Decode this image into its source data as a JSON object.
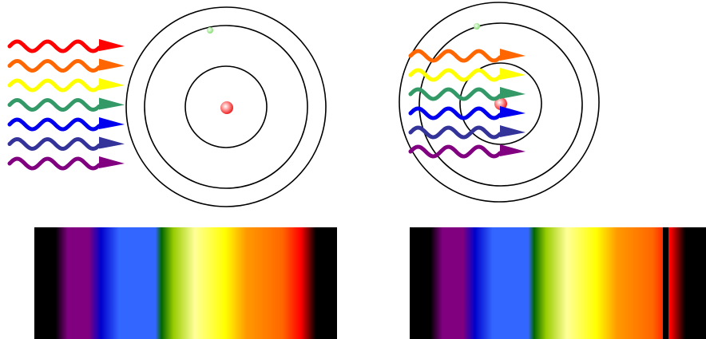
{
  "panels": [
    {
      "id": "before",
      "label": "",
      "incoming_light_colors": [
        "#ff0000",
        "#ff6600",
        "#ffff00",
        "#339966",
        "#0000ee",
        "#333399",
        "#800080"
      ],
      "electron_shell": 3,
      "spectrum": {
        "colors": [
          "#000000",
          "#000000",
          "#800080",
          "#800080",
          "#0000cc",
          "#3366ff",
          "#3366ff",
          "#006600",
          "#99cc00",
          "#ffff99",
          "#ffff00",
          "#ff9900",
          "#ff6600",
          "#ff0000",
          "#000000",
          "#000000"
        ],
        "absorption_lines": []
      }
    },
    {
      "id": "after",
      "label": "",
      "incoming_light_colors": [
        "#ff6600",
        "#ffff00",
        "#339966",
        "#0000ee",
        "#333399",
        "#800080"
      ],
      "electron_shell": 3,
      "spectrum": {
        "colors": [
          "#000000",
          "#000000",
          "#800080",
          "#800080",
          "#0000cc",
          "#3366ff",
          "#3366ff",
          "#006600",
          "#99cc00",
          "#ffff99",
          "#ffff00",
          "#ff9900",
          "#ff6600",
          "#ff0000",
          "#000000",
          "#000000"
        ],
        "absorption_lines": [
          {
            "color_removed": "#ff0000"
          }
        ]
      }
    }
  ],
  "colors": {
    "nucleus": "#ff3333",
    "electron": "#99ee88",
    "orbit": "#000000"
  }
}
